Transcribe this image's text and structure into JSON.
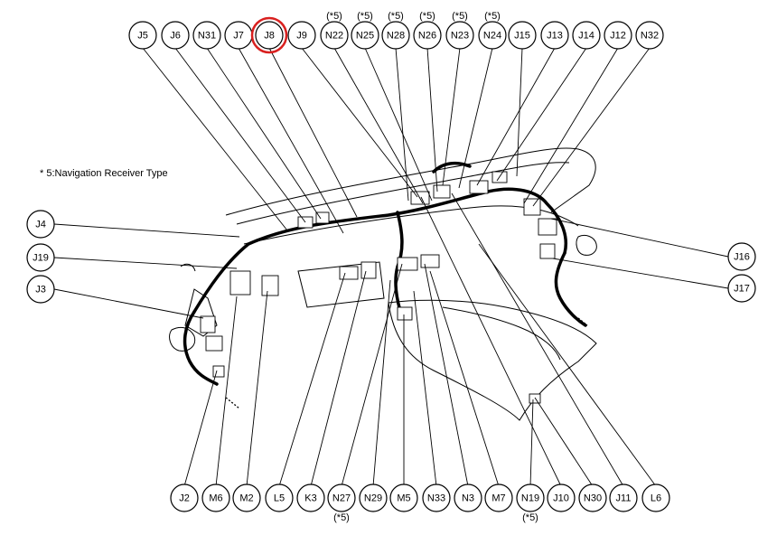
{
  "footnote": "* 5:Navigation Receiver Type",
  "highlight_color": "#d9201f",
  "highlighted_connector": "J8",
  "connectors_top": [
    {
      "id": "J5",
      "label": "J5",
      "note": ""
    },
    {
      "id": "J6",
      "label": "J6",
      "note": ""
    },
    {
      "id": "N31",
      "label": "N31",
      "note": ""
    },
    {
      "id": "J7",
      "label": "J7",
      "note": ""
    },
    {
      "id": "J8",
      "label": "J8",
      "note": ""
    },
    {
      "id": "J9",
      "label": "J9",
      "note": ""
    },
    {
      "id": "N22",
      "label": "N22",
      "note": "(*5)"
    },
    {
      "id": "N25",
      "label": "N25",
      "note": "(*5)"
    },
    {
      "id": "N28",
      "label": "N28",
      "note": "(*5)"
    },
    {
      "id": "N26",
      "label": "N26",
      "note": "(*5)"
    },
    {
      "id": "N23",
      "label": "N23",
      "note": "(*5)"
    },
    {
      "id": "N24",
      "label": "N24",
      "note": "(*5)"
    },
    {
      "id": "J15",
      "label": "J15",
      "note": ""
    },
    {
      "id": "J13",
      "label": "J13",
      "note": ""
    },
    {
      "id": "J14",
      "label": "J14",
      "note": ""
    },
    {
      "id": "J12",
      "label": "J12",
      "note": ""
    },
    {
      "id": "N32",
      "label": "N32",
      "note": ""
    }
  ],
  "connectors_left": [
    {
      "id": "J4",
      "label": "J4"
    },
    {
      "id": "J19",
      "label": "J19"
    },
    {
      "id": "J3",
      "label": "J3"
    }
  ],
  "connectors_right": [
    {
      "id": "J16",
      "label": "J16"
    },
    {
      "id": "J17",
      "label": "J17"
    }
  ],
  "connectors_bottom": [
    {
      "id": "J2",
      "label": "J2",
      "note": ""
    },
    {
      "id": "M6",
      "label": "M6",
      "note": ""
    },
    {
      "id": "M2",
      "label": "M2",
      "note": ""
    },
    {
      "id": "L5",
      "label": "L5",
      "note": ""
    },
    {
      "id": "K3",
      "label": "K3",
      "note": ""
    },
    {
      "id": "N27",
      "label": "N27",
      "note": "(*5)"
    },
    {
      "id": "N29",
      "label": "N29",
      "note": ""
    },
    {
      "id": "M5",
      "label": "M5",
      "note": ""
    },
    {
      "id": "N33",
      "label": "N33",
      "note": ""
    },
    {
      "id": "N3",
      "label": "N3",
      "note": ""
    },
    {
      "id": "M7",
      "label": "M7",
      "note": ""
    },
    {
      "id": "N19",
      "label": "N19",
      "note": "(*5)"
    },
    {
      "id": "J10",
      "label": "J10",
      "note": ""
    },
    {
      "id": "N30",
      "label": "N30",
      "note": ""
    },
    {
      "id": "J11",
      "label": "J11",
      "note": ""
    },
    {
      "id": "L6",
      "label": "L6",
      "note": ""
    }
  ]
}
